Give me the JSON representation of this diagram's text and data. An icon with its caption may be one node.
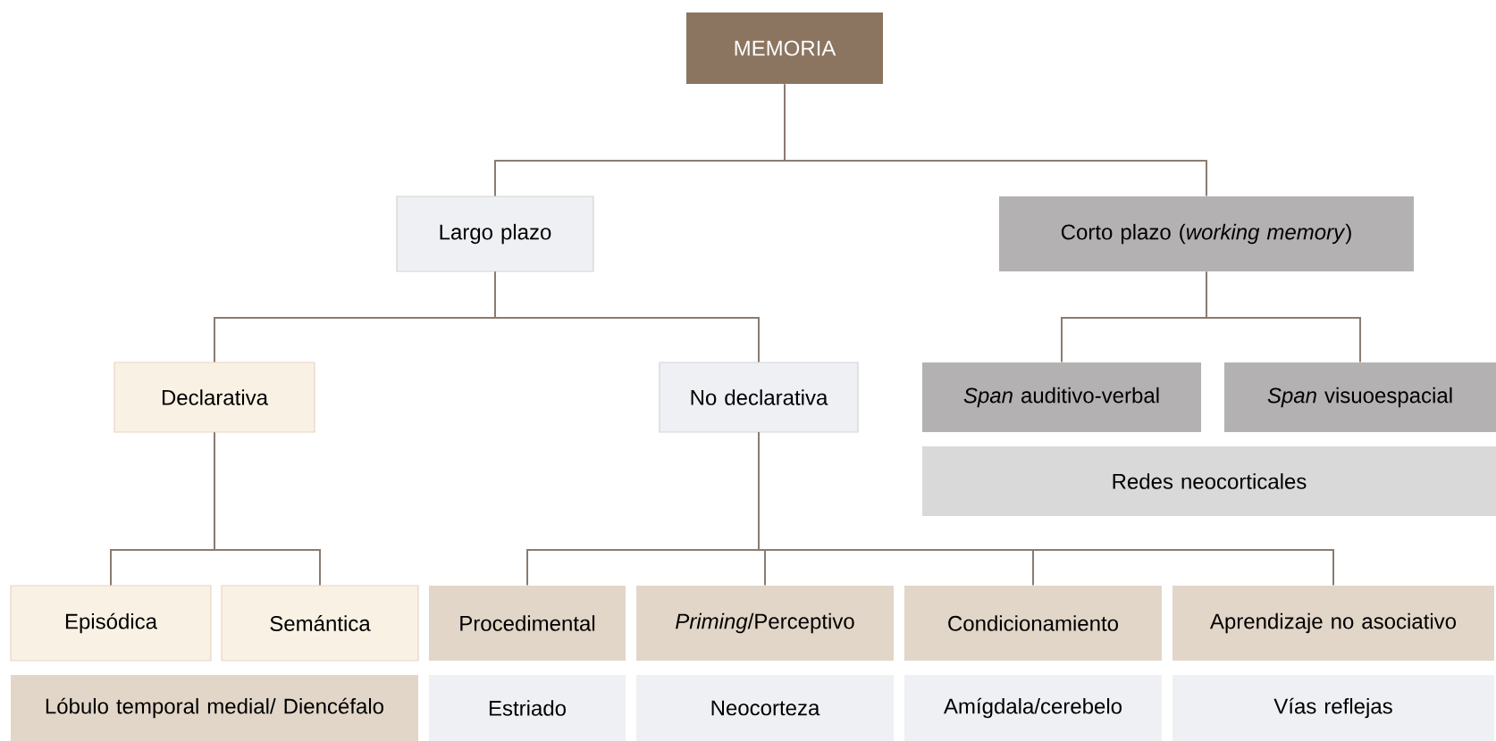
{
  "diagram": {
    "nodes": [
      {
        "text": [
          "MEMORIA"
        ]
      },
      {
        "text": [
          "Largo plazo"
        ]
      },
      {
        "text": [
          "Corto plazo (*working memory*)"
        ]
      },
      {
        "text": [
          "Declarativa"
        ]
      },
      {
        "text": [
          "No declarativa"
        ]
      },
      {
        "text": [
          "*Span* auditivo-verbal"
        ]
      },
      {
        "text": [
          "*Span* visuoespacial"
        ]
      },
      {
        "text": [
          "Redes neocorticales"
        ]
      },
      {
        "text": [
          "Episódica"
        ]
      },
      {
        "text": [
          "Semántica"
        ]
      },
      {
        "text": [
          "Procedimental"
        ]
      },
      {
        "text": [
          "*Priming*/Perceptivo"
        ]
      },
      {
        "text": [
          "Condicionamiento"
        ]
      },
      {
        "text": [
          "Aprendizaje no asociativo"
        ]
      },
      {
        "text": [
          "Lóbulo temporal medial/ Diencéfalo"
        ]
      },
      {
        "text": [
          "Estriado"
        ]
      },
      {
        "text": [
          "Neocorteza"
        ]
      },
      {
        "text": [
          "Amígdala/cerebelo"
        ]
      },
      {
        "text": [
          "Vías reflejas"
        ]
      }
    ],
    "edges": [
      {
        "from": 0,
        "to": 1,
        "arrow": "none"
      },
      {
        "from": 0,
        "to": 2,
        "arrow": "none"
      },
      {
        "from": 1,
        "to": 3,
        "arrow": "none"
      },
      {
        "from": 1,
        "to": 4,
        "arrow": "none"
      },
      {
        "from": 2,
        "to": 5,
        "arrow": "none"
      },
      {
        "from": 2,
        "to": 6,
        "arrow": "none"
      },
      {
        "from": 3,
        "to": 8,
        "arrow": "none"
      },
      {
        "from": 3,
        "to": 9,
        "arrow": "none"
      },
      {
        "from": 4,
        "to": 10,
        "arrow": "none"
      },
      {
        "from": 4,
        "to": 11,
        "arrow": "none"
      },
      {
        "from": 4,
        "to": 12,
        "arrow": "none"
      },
      {
        "from": 4,
        "to": 13,
        "arrow": "none"
      }
    ]
  }
}
